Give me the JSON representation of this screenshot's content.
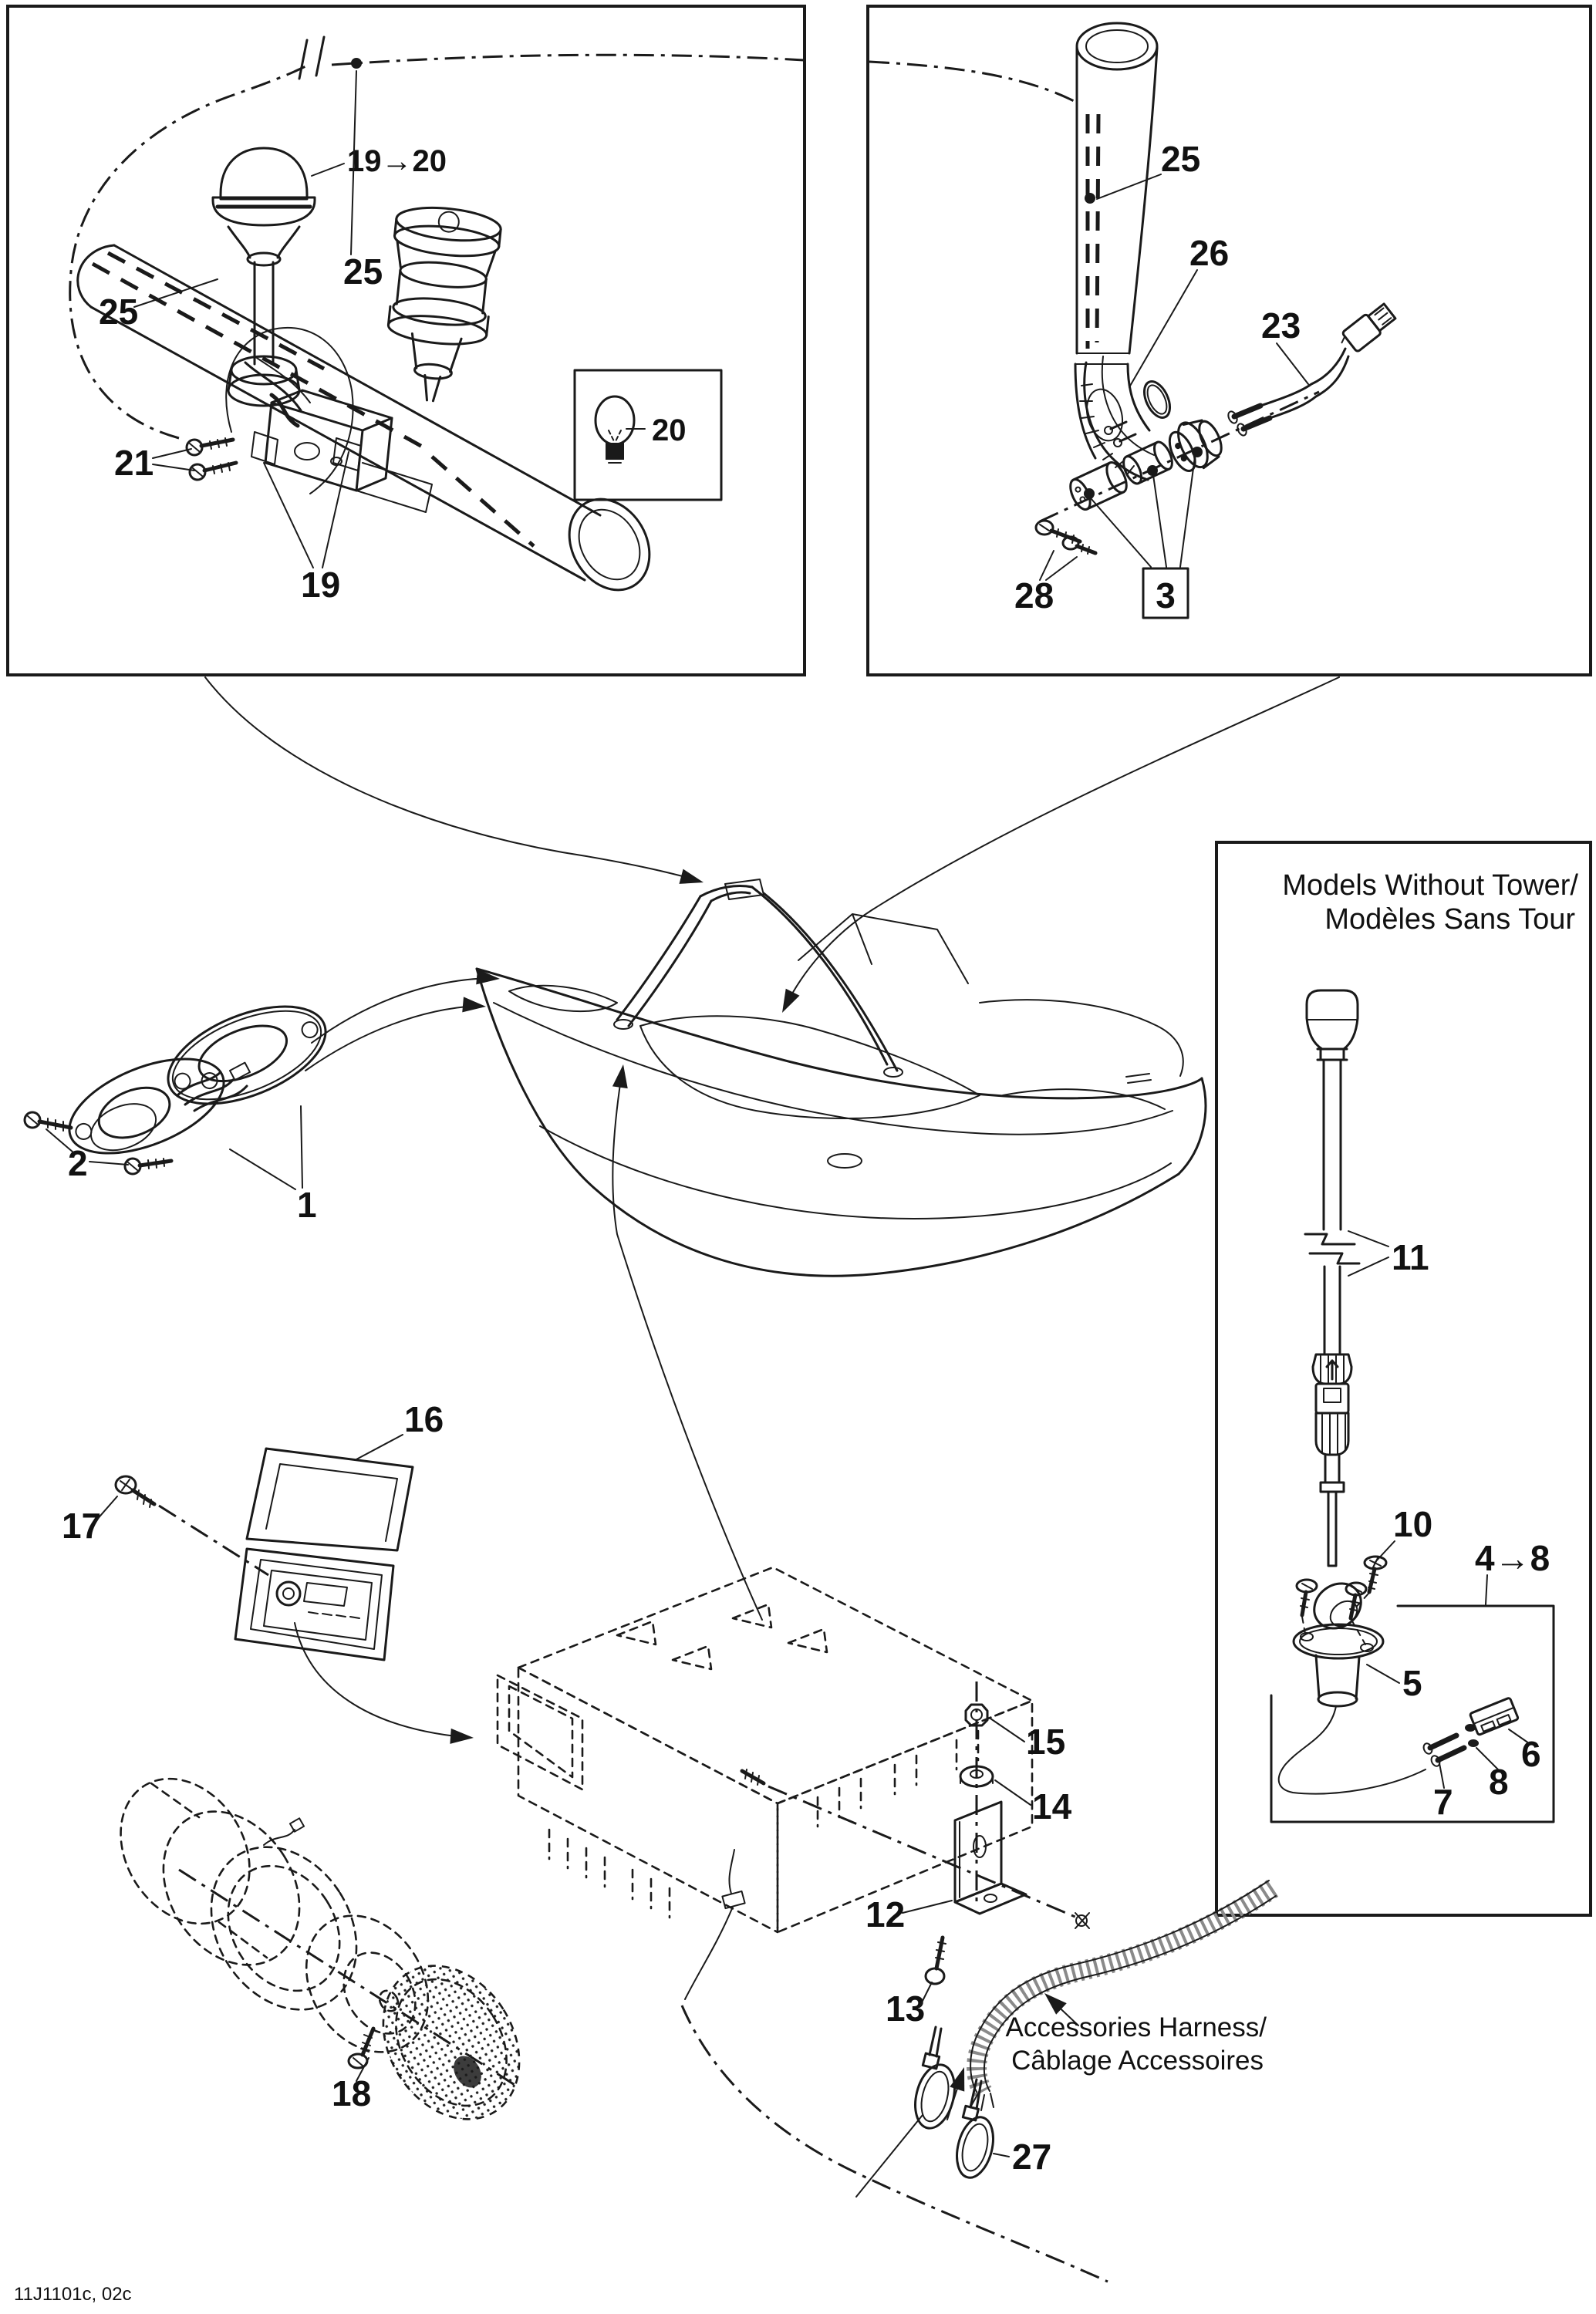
{
  "page": {
    "background": "#ffffff",
    "line_color": "#1a1a1a",
    "drawing_code": "11J1101c, 02c"
  },
  "panels": {
    "no_tower": {
      "title_line1": "Models Without Tower/",
      "title_line2": "Modèles Sans Tour"
    }
  },
  "annotations": {
    "harness_line1": "Accessories Harness/",
    "harness_line2": "Câblage Accessoires"
  },
  "callouts": {
    "c1": "1",
    "c2": "2",
    "c3": "3",
    "c4_8": "4→8",
    "c5": "5",
    "c6": "6",
    "c7": "7",
    "c8": "8",
    "c10": "10",
    "c11": "11",
    "c12": "12",
    "c13": "13",
    "c14": "14",
    "c15": "15",
    "c16": "16",
    "c17": "17",
    "c18": "18",
    "c19": "19",
    "c19_20": "19→20",
    "c20": "20",
    "c21": "21",
    "c23": "23",
    "c25": "25",
    "c26": "26",
    "c27": "27",
    "c28": "28"
  }
}
